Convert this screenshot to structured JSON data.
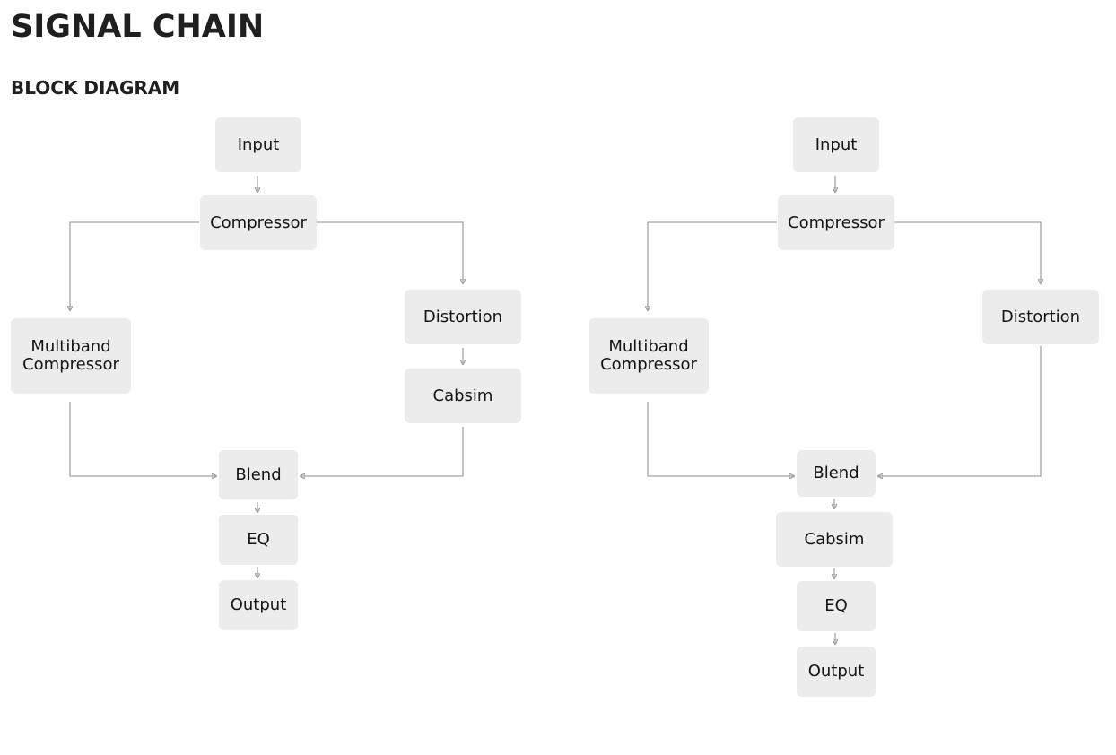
{
  "header": {
    "title": "SIGNAL CHAIN",
    "subtitle": "BLOCK DIAGRAM"
  },
  "diagrams": [
    {
      "blocks": {
        "input": "Input",
        "compressor": "Compressor",
        "multiband": "Multiband\nCompressor",
        "distortion": "Distortion",
        "cabsim": "Cabsim",
        "blend": "Blend",
        "eq": "EQ",
        "output": "Output"
      }
    },
    {
      "blocks": {
        "input": "Input",
        "compressor": "Compressor",
        "multiband": "Multiband\nCompressor",
        "distortion": "Distortion",
        "blend": "Blend",
        "cabsim": "Cabsim",
        "eq": "EQ",
        "output": "Output"
      }
    }
  ],
  "colors": {
    "block_fill": "#ececec",
    "wire": "#a4a4a4",
    "text": "#1f1f1f"
  }
}
